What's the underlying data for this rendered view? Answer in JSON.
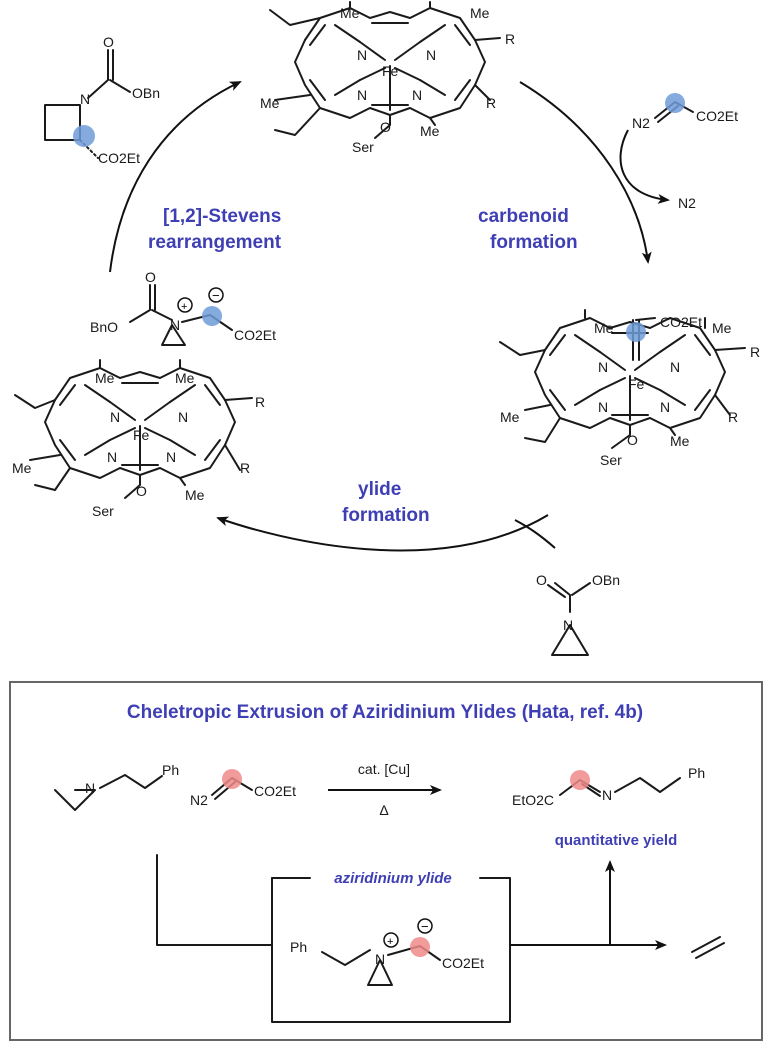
{
  "cycle": {
    "step_carbenoid": [
      "carbenoid",
      "formation"
    ],
    "step_ylide": [
      "ylide",
      "formation"
    ],
    "step_stevens": [
      "[1,2]-Stevens",
      "rearrangement"
    ],
    "by_product": "N2",
    "diazo_ester": "N2═CH–CO2Et"
  },
  "porphyrin": {
    "methyl": "Me",
    "r_group": "R",
    "metal": "Fe",
    "nitrogen": "N",
    "axial_ligand_o": "O",
    "axial_ligand_ser": "Ser"
  },
  "reagents": {
    "azetidine_obn": "OBn",
    "co2et": "CO2Et",
    "bno": "BnO",
    "obn": "OBn",
    "o": "O",
    "n": "N",
    "ph": "Ph",
    "eto2c": "EtO2C",
    "n2": "N2"
  },
  "box": {
    "title": "Cheletropic Extrusion of Aziridinium Ylides (Hata, ref. 4b)",
    "conditions_top": "cat. [Cu]",
    "conditions_bottom": "Δ",
    "yield": "quantitative yield",
    "ylide_label": "aziridinium ylide"
  },
  "colors": {
    "accent_blue": "#3f3fb5",
    "highlight_blue": "#6f9bd8",
    "highlight_red": "#f08a8a"
  }
}
